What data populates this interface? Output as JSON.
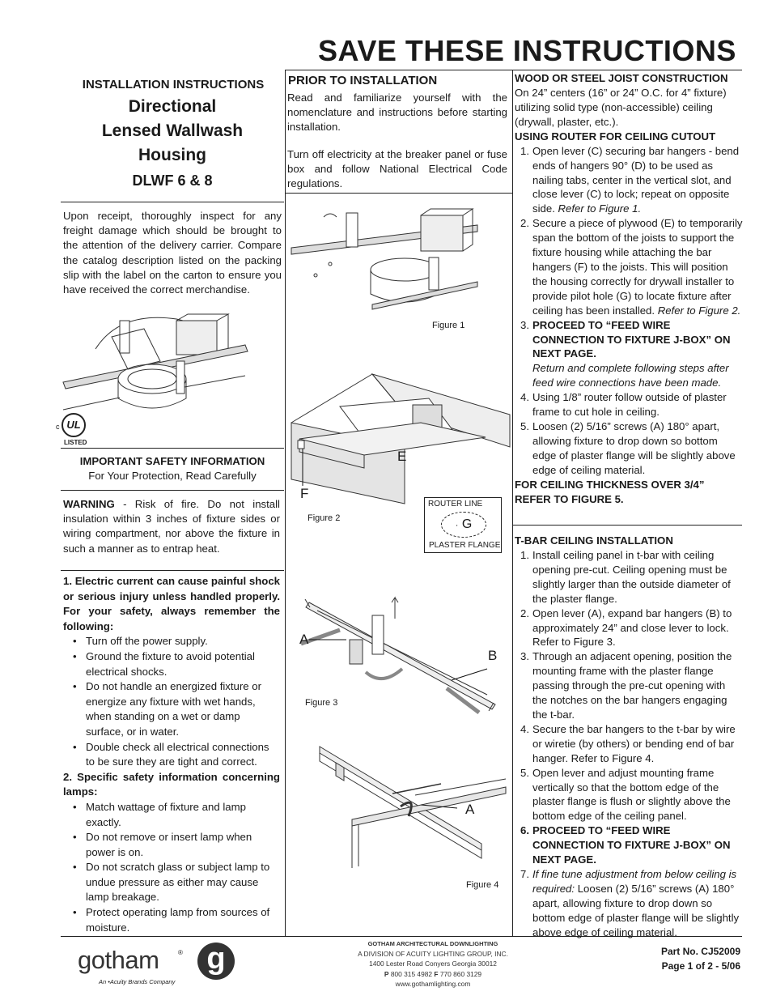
{
  "header": {
    "title": "SAVE THESE INSTRUCTIONS"
  },
  "left": {
    "install_heading": "INSTALLATION INSTRUCTIONS",
    "product_line1": "Directional",
    "product_line2": "Lensed Wallwash",
    "product_line3": "Housing",
    "model": "DLWF 6 & 8",
    "receipt_text": "Upon receipt, thoroughly inspect for any freight damage which should be brought to the attention of the delivery carrier. Compare the catalog description listed on the packing slip with the label on the carton to ensure you have received the correct merchandise.",
    "ul_mark": {
      "c": "c",
      "ul": "UL",
      "listed": "LISTED"
    },
    "safety_heading": "IMPORTANT SAFETY INFORMATION",
    "safety_sub": "For Your Protection, Read Carefully",
    "warning_label": "WARNING",
    "warning_text": " - Risk of fire. Do not install insulation within 3 inches of fixture sides or wiring compartment, nor above the fixture in such a manner as to entrap heat.",
    "item1_num": "1.",
    "item1_bold": "Electric current can cause painful shock or serious injury unless handled properly. For your safety, always remember the following:",
    "item1_bullets": [
      "Turn off the power supply.",
      "Ground the fixture to avoid potential electrical shocks.",
      "Do not handle an energized fixture or energize any fixture with wet hands, when standing on a wet or damp surface, or in water.",
      "Double check all electrical connections to be sure they are tight and correct."
    ],
    "item2_num": "2.",
    "item2_bold": "Specific safety information concerning lamps:",
    "item2_bullets": [
      "Match wattage of fixture and lamp exactly.",
      "Do not remove or insert lamp when power is on.",
      "Do not scratch glass or subject lamp to undue pressure as either may cause lamp breakage.",
      "Protect operating lamp from sources of moisture."
    ]
  },
  "middle": {
    "heading": "PRIOR TO INSTALLATION",
    "para1": "Read and familiarize yourself with the nomenclature and instructions before starting installation.",
    "para2": "Turn off electricity at the breaker panel or fuse box and follow National Electrical Code regulations.",
    "figure1": "Figure 1",
    "figure2": "Figure 2",
    "figure3": "Figure 3",
    "figure4": "Figure 4",
    "label_e": "E",
    "label_f": "F",
    "label_g": "G",
    "label_a3": "A",
    "label_b": "B",
    "label_a4": "A",
    "router_line": "ROUTER LINE",
    "plaster_flange": "PLASTER FLANGE"
  },
  "right": {
    "joist_heading": "WOOD OR STEEL JOIST CONSTRUCTION",
    "joist_text": "On 24” centers (16” or 24” O.C. for 4” fixture) utilizing solid type (non-accessible) ceiling (drywall, plaster, etc.).",
    "router_heading": "USING ROUTER FOR CEILING CUTOUT",
    "router_steps": {
      "s1": "Open lever (C) securing bar hangers - bend ends of hangers 90° (D) to be used as nailing tabs, center in the vertical slot, and close lever (C) to lock; repeat on opposite side. ",
      "s1_ref": "Refer to Figure 1.",
      "s2": "Secure a piece of plywood (E) to temporarily span the bottom of the joists to support the fixture housing while attaching the bar hangers (F) to the joists. This will position the housing correctly for drywall installer to provide pilot hole (G) to locate fixture after ceiling has been installed. ",
      "s2_ref": "Refer to Figure 2.",
      "s3_bold": "PROCEED TO “FEED WIRE CONNECTION TO FIXTURE J-BOX” ON NEXT PAGE.",
      "s3_ital": "Return and complete following steps after feed wire connections have been made.",
      "s4": "Using 1/8” router follow outside of plaster frame to cut hole in ceiling.",
      "s5": "Loosen (2) 5/16” screws (A) 180° apart, allowing fixture to drop down so bottom edge of plaster flange will be slightly above edge of ceiling material."
    },
    "thickness_note": "FOR CEILING THICKNESS OVER 3/4” REFER TO FIGURE 5.",
    "tbar_heading": "T-BAR CEILING INSTALLATION",
    "tbar_steps": {
      "s1": "Install ceiling panel in t-bar with ceiling opening pre-cut. Ceiling opening must be slightly larger than the outside diameter of the plaster flange.",
      "s2": "Open lever (A), expand bar hangers (B) to approximately 24” and close lever to lock. Refer to Figure 3.",
      "s3": "Through an adjacent opening, position the mounting frame with the plaster flange passing through the pre-cut opening with the notches on the bar hangers engaging the t-bar.",
      "s4": "Secure the bar hangers to the t-bar by wire or wiretie (by others) or bending end of bar hanger. Refer to Figure 4.",
      "s5": "Open lever and adjust mounting frame vertically so that the bottom edge of the plaster flange is flush or slightly above the bottom edge of the ceiling panel.",
      "s6_bold": "PROCEED TO “FEED WIRE CONNECTION TO FIXTURE J-BOX” ON NEXT PAGE.",
      "s7_ital": "If fine tune adjustment from below ceiling is required:",
      "s7": " Loosen (2) 5/16” screws (A) 180° apart, allowing fixture to drop down so bottom edge of plaster flange will be slightly above edge of ceiling material."
    }
  },
  "footer": {
    "brand": "gotham",
    "registered": "®",
    "sub_brand": "An •Acuity Brands Company",
    "company_line1": "GOTHAM ARCHITECTURAL DOWNLIGHTING",
    "company_line2": "A DIVISION OF ACUITY LIGHTING GROUP, INC.",
    "address": "1400 Lester Road  Conyers Georgia 30012",
    "phone_p": "P",
    "phone": " 800 315 4982  ",
    "phone_f": "F",
    "fax": " 770 860 3129",
    "website": "www.gothamlighting.com",
    "part_no": "Part No. CJ52009",
    "page": "Page 1 of 2 - 5/06"
  }
}
